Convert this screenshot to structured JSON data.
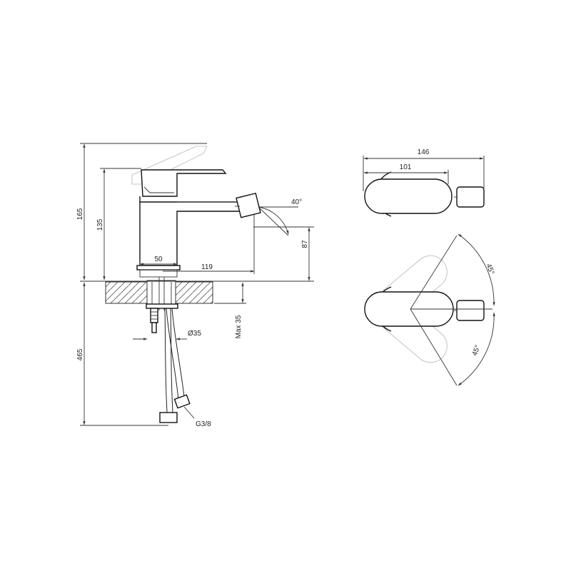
{
  "dimensions": {
    "d165": "165",
    "d135": "135",
    "d465": "465",
    "d50": "50",
    "d119": "119",
    "d87": "87",
    "angle40": "40°",
    "max35": "Max 35",
    "dia35": "Ø35",
    "g38": "G3/8",
    "d146": "146",
    "d101": "101",
    "angle45_top": "45°",
    "angle45_bottom": "45°"
  },
  "colors": {
    "line": "#333333",
    "ghost": "#c8c8c8",
    "background": "#ffffff"
  }
}
